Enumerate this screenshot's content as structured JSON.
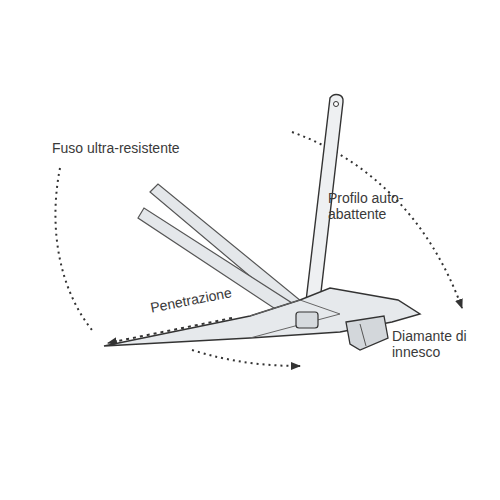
{
  "diagram": {
    "labels": [
      "Fuso ultra-resistente",
      "Profilo auto-abattente",
      "Penetrazione",
      "Diamante di innesco"
    ]
  }
}
